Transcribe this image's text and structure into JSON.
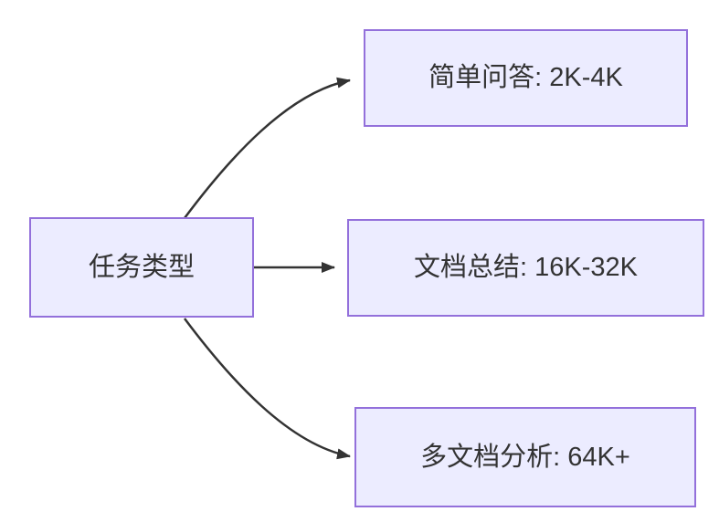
{
  "diagram": {
    "type": "flowchart-left-to-right",
    "colors": {
      "background": "#ffffff",
      "node_fill": "#ECECFF",
      "node_border": "#9370DB",
      "edge_color": "#333333",
      "text_color": "#333333"
    },
    "root": {
      "id": "task-type",
      "label": "任务类型"
    },
    "branches": [
      {
        "id": "simple-qa",
        "label": "简单问答: 2K-4K"
      },
      {
        "id": "doc-summary",
        "label": "文档总结: 16K-32K"
      },
      {
        "id": "multi-doc",
        "label": "多文档分析: 64K+"
      }
    ],
    "edges": [
      {
        "from": "task-type",
        "to": "simple-qa",
        "arrow": "filled-triangle"
      },
      {
        "from": "task-type",
        "to": "doc-summary",
        "arrow": "filled-triangle"
      },
      {
        "from": "task-type",
        "to": "multi-doc",
        "arrow": "filled-triangle"
      }
    ]
  }
}
